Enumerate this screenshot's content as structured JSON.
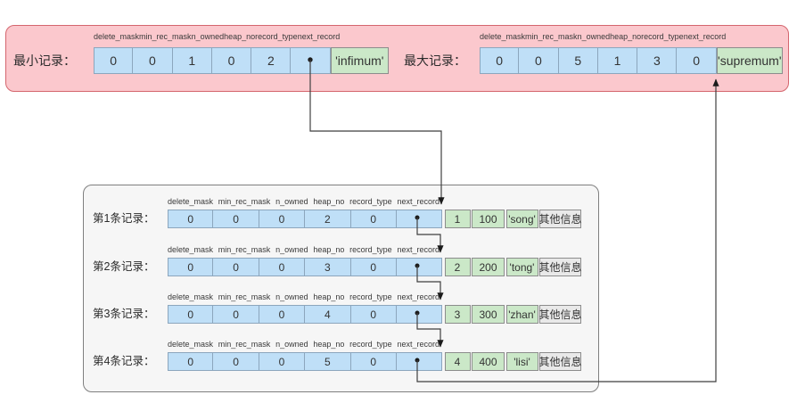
{
  "field_headers": [
    "delete_mask",
    "min_rec_mask",
    "n_owned",
    "heap_no",
    "record_type",
    "next_record"
  ],
  "top": {
    "min_record": {
      "label": "最小记录：",
      "values": [
        "0",
        "0",
        "1",
        "0",
        "2"
      ],
      "name": "'infimum'"
    },
    "max_record": {
      "label": "最大记录：",
      "values": [
        "0",
        "0",
        "5",
        "1",
        "3",
        "0"
      ],
      "name": "'supremum'"
    }
  },
  "records": [
    {
      "label": "第1条记录：",
      "values": [
        "0",
        "0",
        "0",
        "2",
        "0"
      ],
      "extras": [
        "1",
        "100",
        "'song'"
      ],
      "other": "其他信息"
    },
    {
      "label": "第2条记录：",
      "values": [
        "0",
        "0",
        "0",
        "3",
        "0"
      ],
      "extras": [
        "2",
        "200",
        "'tong'"
      ],
      "other": "其他信息"
    },
    {
      "label": "第3条记录：",
      "values": [
        "0",
        "0",
        "0",
        "4",
        "0"
      ],
      "extras": [
        "3",
        "300",
        "'zhan'"
      ],
      "other": "其他信息"
    },
    {
      "label": "第4条记录：",
      "values": [
        "0",
        "0",
        "0",
        "5",
        "0"
      ],
      "extras": [
        "4",
        "400",
        "'lisi'"
      ],
      "other": "其他信息"
    }
  ],
  "colors": {
    "pink_bg": "#fbc8cd",
    "pink_border": "#d4666e",
    "blue_cell": "#bfdff7",
    "cell_border": "#8ca6bd",
    "green_cell": "#cbe8c8",
    "green_border": "#8c8c8c",
    "gray_cell": "#e9e9e9",
    "box_bg": "#f6f6f6",
    "box_border": "#7f7f7f",
    "arrow": "#3f3f3f"
  }
}
